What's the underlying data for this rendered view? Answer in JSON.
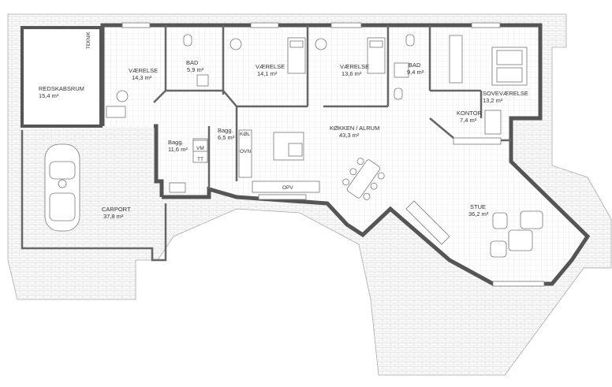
{
  "rooms": {
    "redskabsrum": {
      "name": "REDSKABSRUM",
      "area": "15,4 m²"
    },
    "teknik": {
      "name": "TEKNIK"
    },
    "vaerelse1": {
      "name": "VÆRELSE",
      "area": "14,3 m²"
    },
    "bad1": {
      "name": "BAD",
      "area": "5,9 m²"
    },
    "vaerelse2": {
      "name": "VÆRELSE",
      "area": "14,1 m²"
    },
    "vaerelse3": {
      "name": "VÆRELSE",
      "area": "13,6 m²"
    },
    "bad2": {
      "name": "BAD",
      "area": "9,4 m²"
    },
    "sovevaerelse": {
      "name": "SOVEVÆRELSE",
      "area": "13,2 m²"
    },
    "kontor": {
      "name": "KONTOR",
      "area": "7,4 m²"
    },
    "bagg1": {
      "name": "Bagg.",
      "area": "11,6 m²"
    },
    "bagg2": {
      "name": "Bagg.",
      "area": "6,5 m²"
    },
    "koekken": {
      "name": "KØKKEN / ALRUM",
      "area": "43,3 m²"
    },
    "stue": {
      "name": "STUE",
      "area": "36,2 m²"
    },
    "carport": {
      "name": "CARPORT",
      "area": "37,8 m²"
    }
  },
  "fixtures": {
    "vm": "VM",
    "tt": "TT",
    "kol": "KØL",
    "ovn": "OVN",
    "opv": "OPV"
  },
  "colors": {
    "wall": "#555555",
    "paving": "#cfcfcf",
    "floor": "#dddddd"
  }
}
